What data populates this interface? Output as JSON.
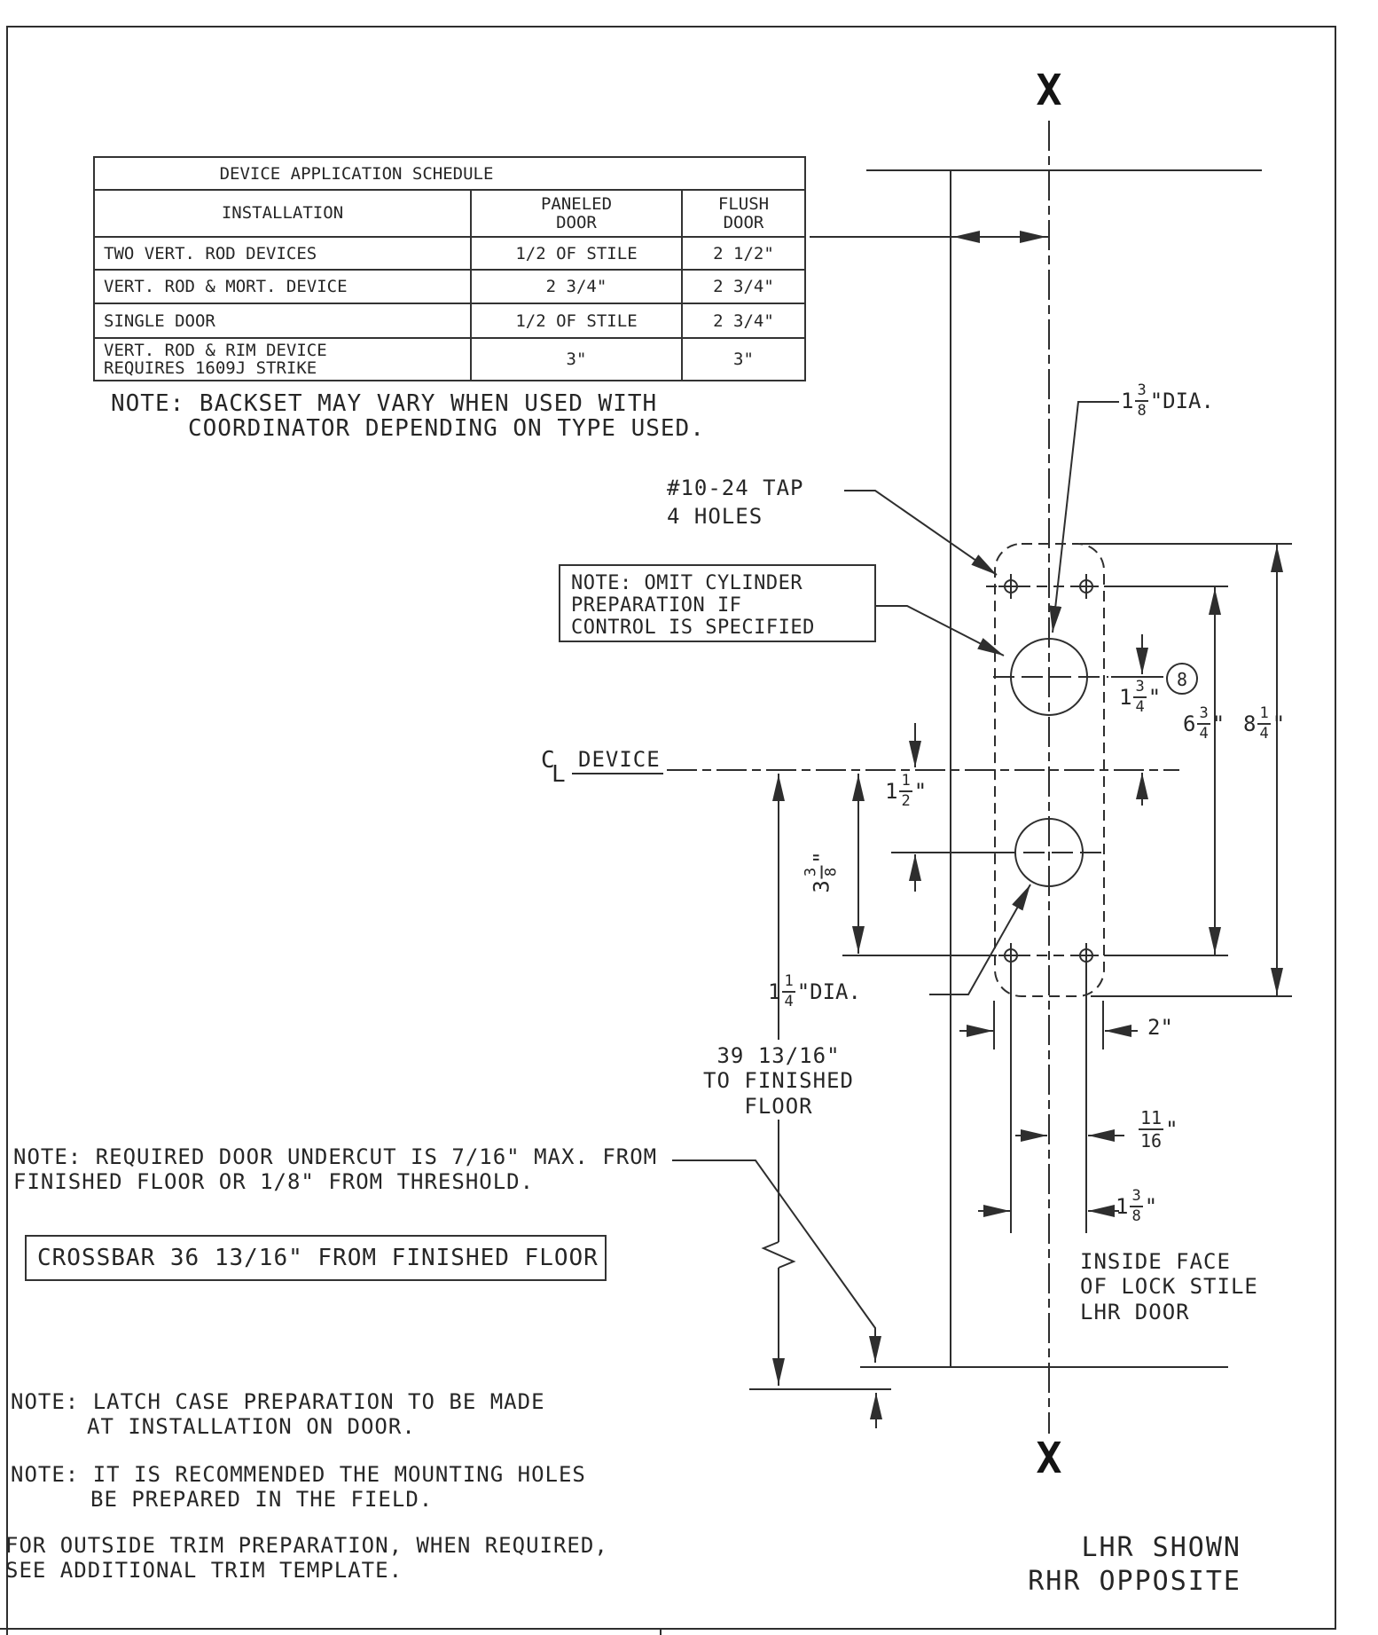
{
  "schedule": {
    "title": "DEVICE APPLICATION SCHEDULE",
    "col_installation": "INSTALLATION",
    "col_paneled": [
      "PANELED",
      "DOOR"
    ],
    "col_flush": [
      "FLUSH",
      "DOOR"
    ],
    "rows": [
      {
        "installation": [
          "TWO VERT. ROD DEVICES"
        ],
        "paneled": "1/2 OF STILE",
        "flush": "2 1/2\""
      },
      {
        "installation": [
          "VERT. ROD & MORT. DEVICE"
        ],
        "paneled": "2 3/4\"",
        "flush": "2 3/4\""
      },
      {
        "installation": [
          "SINGLE DOOR"
        ],
        "paneled": "1/2 OF STILE",
        "flush": "2 3/4\""
      },
      {
        "installation": [
          "VERT. ROD & RIM DEVICE",
          "REQUIRES 1609J STRIKE"
        ],
        "paneled": "3\"",
        "flush": "3\""
      }
    ]
  },
  "notes": {
    "backset": [
      "NOTE: BACKSET MAY VARY WHEN USED WITH",
      "COORDINATOR DEPENDING ON TYPE USED."
    ],
    "tap": [
      "#10-24 TAP",
      "4 HOLES"
    ],
    "omit": [
      "NOTE: OMIT CYLINDER",
      "PREPARATION IF",
      "CONTROL IS SPECIFIED"
    ],
    "undercut": [
      "NOTE: REQUIRED DOOR UNDERCUT IS 7/16\" MAX. FROM",
      "FINISHED FLOOR OR 1/8\" FROM THRESHOLD."
    ],
    "crossbar": "CROSSBAR 36 13/16\" FROM FINISHED FLOOR",
    "latch": [
      "NOTE: LATCH CASE PREPARATION TO BE MADE",
      "AT INSTALLATION ON DOOR."
    ],
    "field": [
      "NOTE: IT IS RECOMMENDED THE MOUNTING HOLES",
      "BE PREPARED IN THE FIELD."
    ],
    "trim": [
      "FOR OUTSIDE TRIM PREPARATION, WHEN REQUIRED,",
      "SEE ADDITIONAL TRIM TEMPLATE."
    ],
    "inside_face": [
      "INSIDE FACE",
      "OF LOCK STILE",
      "LHR DOOR"
    ],
    "handing": [
      "LHR SHOWN",
      "RHR OPPOSITE"
    ]
  },
  "labels": {
    "x_marker": "X",
    "device_cl": "DEVICE",
    "cl_c": "C",
    "cl_l": "L",
    "circle8": "8",
    "to_floor": [
      "39 13/16\"",
      "TO FINISHED",
      "FLOOR"
    ]
  },
  "dims": {
    "dia_upper": {
      "whole": "1",
      "num": "3",
      "den": "8",
      "suffix": "\"DIA."
    },
    "dia_lower": {
      "whole": "1",
      "num": "1",
      "den": "4",
      "suffix": "\"DIA."
    },
    "cl_to_upper": {
      "whole": "1",
      "num": "3",
      "den": "4",
      "suffix": "\""
    },
    "cl_to_lower": {
      "whole": "1",
      "num": "1",
      "den": "2",
      "suffix": "\""
    },
    "cl_to_taps": {
      "whole": "3",
      "num": "3",
      "den": "8",
      "suffix": "\""
    },
    "tap_span": {
      "whole": "6",
      "num": "3",
      "den": "4",
      "suffix": "\""
    },
    "overall": {
      "whole": "8",
      "num": "1",
      "den": "4",
      "suffix": "\""
    },
    "case_width": {
      "whole": "2",
      "suffix": "\""
    },
    "cl_to_tap_col": {
      "num": "11",
      "den": "16",
      "suffix": "\""
    },
    "tap_spacing": {
      "whole": "1",
      "num": "3",
      "den": "8",
      "suffix": "\""
    }
  },
  "colors": {
    "line": "#2e2e2e",
    "text": "#262626",
    "background": "#ffffff"
  }
}
